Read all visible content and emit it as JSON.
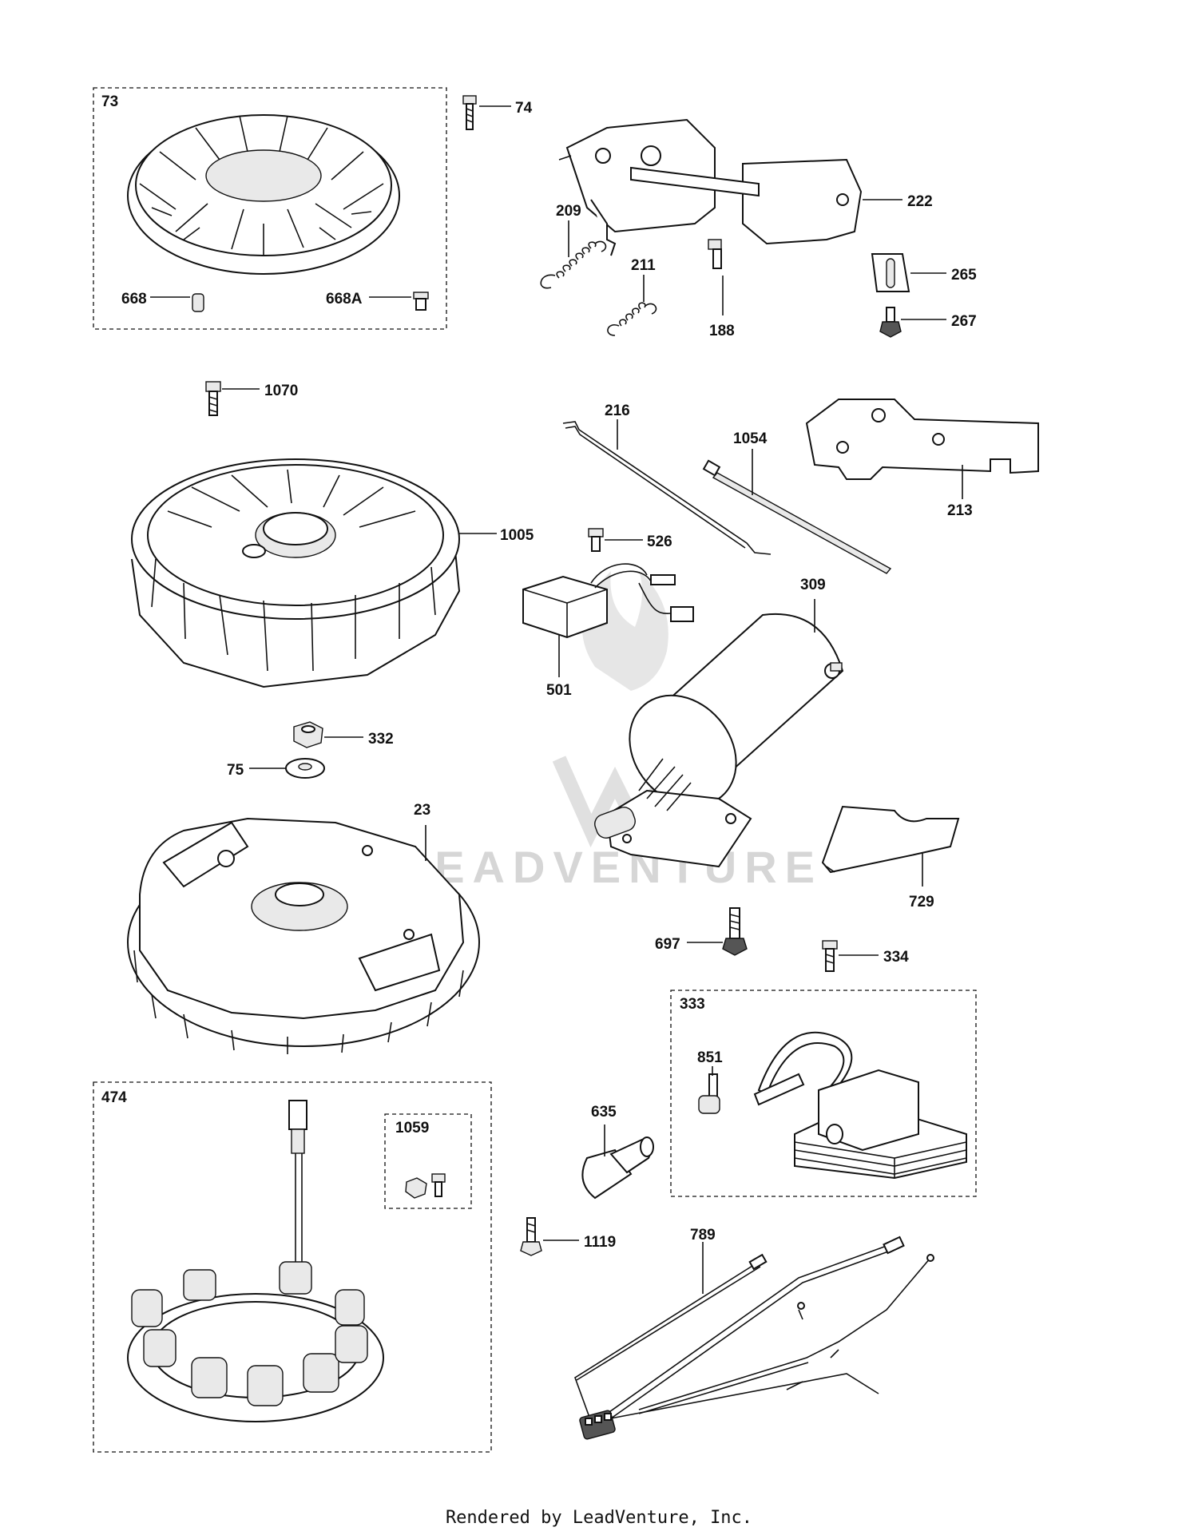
{
  "watermark": "LEADVENTURE",
  "footer": "Rendered by LeadVenture, Inc.",
  "labels": {
    "p73": "73",
    "p74": "74",
    "p222": "222",
    "p209": "209",
    "p211": "211",
    "p188": "188",
    "p265": "265",
    "p267": "267",
    "p668": "668",
    "p668a": "668A",
    "p1070": "1070",
    "p216": "216",
    "p1054": "1054",
    "p213": "213",
    "p1005": "1005",
    "p526": "526",
    "p309": "309",
    "p501": "501",
    "p332": "332",
    "p75": "75",
    "p23": "23",
    "p729": "729",
    "p697": "697",
    "p334": "334",
    "p333": "333",
    "p851": "851",
    "p474": "474",
    "p1059": "1059",
    "p635": "635",
    "p1119": "1119",
    "p789": "789"
  }
}
